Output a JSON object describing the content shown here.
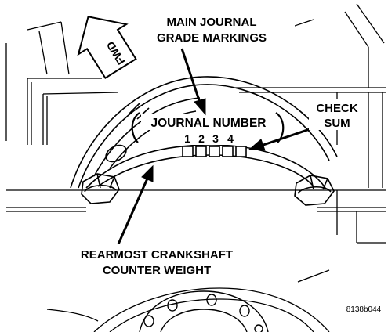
{
  "labels": {
    "main_journal_line1": "MAIN JOURNAL",
    "main_journal_line2": "GRADE MARKINGS",
    "check_sum_line1": "CHECK",
    "check_sum_line2": "SUM",
    "journal_number": "JOURNAL NUMBER",
    "digit_1": "1",
    "digit_2": "2",
    "digit_3": "3",
    "digit_4": "4",
    "rearmost_line1": "REARMOST CRANKSHAFT",
    "rearmost_line2": "COUNTER WEIGHT",
    "fwd": "FWD",
    "figure_ref": "8138b044"
  },
  "icons": {
    "direction_arrow": "forward-arrow-icon"
  },
  "colors": {
    "ink": "#000000",
    "paper": "#ffffff"
  }
}
